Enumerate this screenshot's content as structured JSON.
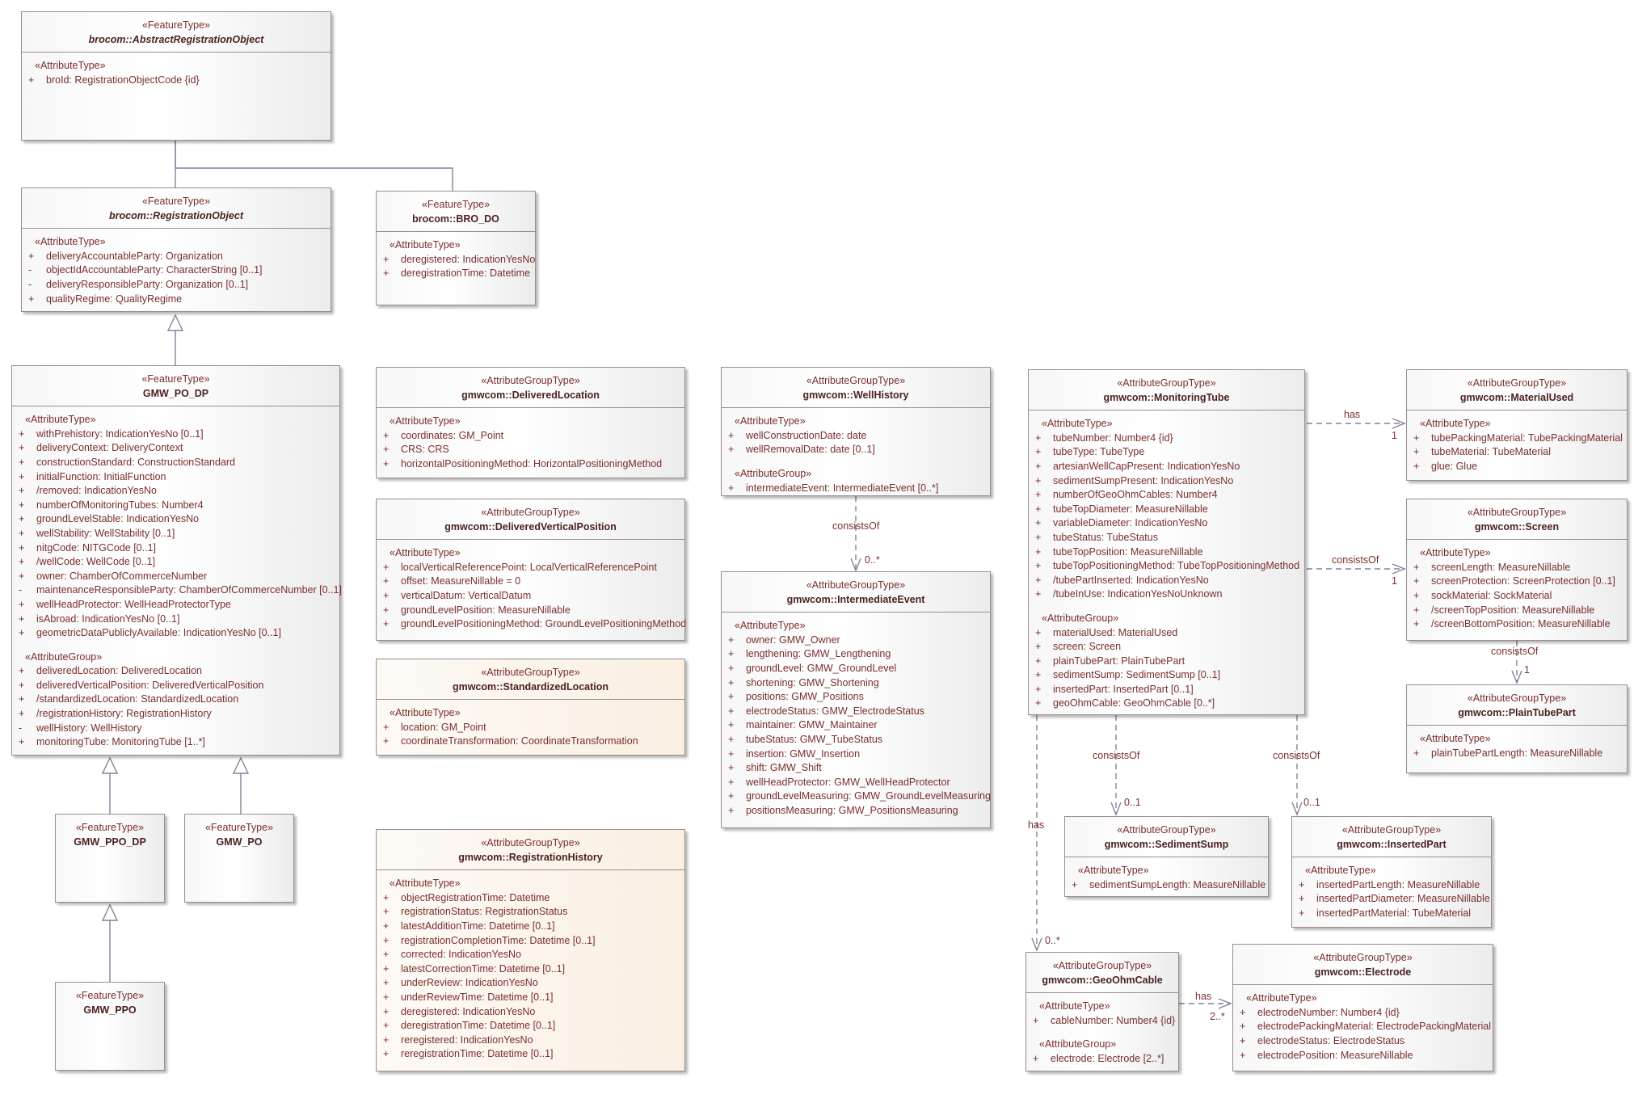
{
  "boxes": [
    {
      "id": "abstractRegistrationObject",
      "stereotype": "«FeatureType»",
      "name": "brocom::AbstractRegistrationObject",
      "abstract": true,
      "sections": [
        {
          "title": "«AttributeType»",
          "items": [
            {
              "vis": "+",
              "text": "broId: RegistrationObjectCode {id}"
            }
          ]
        }
      ]
    },
    {
      "id": "registrationObject",
      "stereotype": "«FeatureType»",
      "name": "brocom::RegistrationObject",
      "abstract": true,
      "sections": [
        {
          "title": "«AttributeType»",
          "items": [
            {
              "vis": "+",
              "text": "deliveryAccountableParty: Organization"
            },
            {
              "vis": "-",
              "text": "objectIdAccountableParty: CharacterString [0..1]"
            },
            {
              "vis": "-",
              "text": "deliveryResponsibleParty: Organization [0..1]"
            },
            {
              "vis": "+",
              "text": "qualityRegime: QualityRegime"
            }
          ]
        }
      ]
    },
    {
      "id": "broDo",
      "stereotype": "«FeatureType»",
      "name": "brocom::BRO_DO",
      "sections": [
        {
          "title": "«AttributeType»",
          "items": [
            {
              "vis": "+",
              "text": "deregistered: IndicationYesNo"
            },
            {
              "vis": "+",
              "text": "deregistrationTime: Datetime"
            }
          ]
        }
      ]
    },
    {
      "id": "gmwPoDp",
      "stereotype": "«FeatureType»",
      "name": "GMW_PO_DP",
      "sections": [
        {
          "title": "«AttributeType»",
          "items": [
            {
              "vis": "+",
              "text": "withPrehistory: IndicationYesNo [0..1]"
            },
            {
              "vis": "+",
              "text": "deliveryContext: DeliveryContext"
            },
            {
              "vis": "+",
              "text": "constructionStandard: ConstructionStandard"
            },
            {
              "vis": "+",
              "text": "initialFunction: InitialFunction"
            },
            {
              "vis": "+",
              "text": "/removed: IndicationYesNo"
            },
            {
              "vis": "+",
              "text": "numberOfMonitoringTubes: Number4"
            },
            {
              "vis": "+",
              "text": "groundLevelStable: IndicationYesNo"
            },
            {
              "vis": "+",
              "text": "wellStability: WellStability [0..1]"
            },
            {
              "vis": "+",
              "text": "nitgCode: NITGCode [0..1]"
            },
            {
              "vis": "+",
              "text": "/wellCode: WellCode [0..1]"
            },
            {
              "vis": "+",
              "text": "owner: ChamberOfCommerceNumber"
            },
            {
              "vis": "-",
              "text": "maintenanceResponsibleParty: ChamberOfCommerceNumber [0..1]"
            },
            {
              "vis": "+",
              "text": "wellHeadProtector: WellHeadProtectorType"
            },
            {
              "vis": "+",
              "text": "isAbroad: IndicationYesNo [0..1]"
            },
            {
              "vis": "+",
              "text": "geometricDataPubliclyAvailable: IndicationYesNo [0..1]"
            }
          ]
        },
        {
          "title": "«AttributeGroup»",
          "items": [
            {
              "vis": "+",
              "text": "deliveredLocation: DeliveredLocation"
            },
            {
              "vis": "+",
              "text": "deliveredVerticalPosition: DeliveredVerticalPosition"
            },
            {
              "vis": "+",
              "text": "/standardizedLocation: StandardizedLocation"
            },
            {
              "vis": "+",
              "text": "/registrationHistory: RegistrationHistory"
            },
            {
              "vis": "-",
              "text": "wellHistory: WellHistory"
            },
            {
              "vis": "+",
              "text": "monitoringTube: MonitoringTube [1..*]"
            }
          ]
        }
      ]
    },
    {
      "id": "gmwPpoDp",
      "stereotype": "«FeatureType»",
      "name": "GMW_PPO_DP",
      "sections": []
    },
    {
      "id": "gmwPo",
      "stereotype": "«FeatureType»",
      "name": "GMW_PO",
      "sections": []
    },
    {
      "id": "gmwPpo",
      "stereotype": "«FeatureType»",
      "name": "GMW_PPO",
      "sections": []
    },
    {
      "id": "deliveredLocation",
      "stereotype": "«AttributeGroupType»",
      "name": "gmwcom::DeliveredLocation",
      "sections": [
        {
          "title": "«AttributeType»",
          "items": [
            {
              "vis": "+",
              "text": "coordinates: GM_Point"
            },
            {
              "vis": "+",
              "text": "CRS: CRS"
            },
            {
              "vis": "+",
              "text": "horizontalPositioningMethod: HorizontalPositioningMethod"
            }
          ]
        }
      ]
    },
    {
      "id": "deliveredVerticalPosition",
      "stereotype": "«AttributeGroupType»",
      "name": "gmwcom::DeliveredVerticalPosition",
      "sections": [
        {
          "title": "«AttributeType»",
          "items": [
            {
              "vis": "+",
              "text": "localVerticalReferencePoint: LocalVerticalReferencePoint"
            },
            {
              "vis": "+",
              "text": "offset: MeasureNillable = 0"
            },
            {
              "vis": "+",
              "text": "verticalDatum: VerticalDatum"
            },
            {
              "vis": "+",
              "text": "groundLevelPosition: MeasureNillable"
            },
            {
              "vis": "+",
              "text": "groundLevelPositioningMethod: GroundLevelPositioningMethod"
            }
          ]
        }
      ]
    },
    {
      "id": "standardizedLocation",
      "stereotype": "«AttributeGroupType»",
      "name": "gmwcom::StandardizedLocation",
      "warm": true,
      "sections": [
        {
          "title": "«AttributeType»",
          "items": [
            {
              "vis": "+",
              "text": "location: GM_Point"
            },
            {
              "vis": "+",
              "text": "coordinateTransformation: CoordinateTransformation"
            }
          ]
        }
      ]
    },
    {
      "id": "registrationHistory",
      "stereotype": "«AttributeGroupType»",
      "name": "gmwcom::RegistrationHistory",
      "warm": true,
      "sections": [
        {
          "title": "«AttributeType»",
          "items": [
            {
              "vis": "+",
              "text": "objectRegistrationTime: Datetime"
            },
            {
              "vis": "+",
              "text": "registrationStatus: RegistrationStatus"
            },
            {
              "vis": "+",
              "text": "latestAdditionTime: Datetime [0..1]"
            },
            {
              "vis": "+",
              "text": "registrationCompletionTime: Datetime [0..1]"
            },
            {
              "vis": "+",
              "text": "corrected: IndicationYesNo"
            },
            {
              "vis": "+",
              "text": "latestCorrectionTime: Datetime [0..1]"
            },
            {
              "vis": "+",
              "text": "underReview: IndicationYesNo"
            },
            {
              "vis": "+",
              "text": "underReviewTime: Datetime [0..1]"
            },
            {
              "vis": "+",
              "text": "deregistered: IndicationYesNo"
            },
            {
              "vis": "+",
              "text": "deregistrationTime: Datetime [0..1]"
            },
            {
              "vis": "+",
              "text": "reregistered: IndicationYesNo"
            },
            {
              "vis": "+",
              "text": "reregistrationTime: Datetime [0..1]"
            }
          ]
        }
      ]
    },
    {
      "id": "wellHistory",
      "stereotype": "«AttributeGroupType»",
      "name": "gmwcom::WellHistory",
      "sections": [
        {
          "title": "«AttributeType»",
          "items": [
            {
              "vis": "+",
              "text": "wellConstructionDate: date"
            },
            {
              "vis": "+",
              "text": "wellRemovalDate: date [0..1]"
            }
          ]
        },
        {
          "title": "«AttributeGroup»",
          "items": [
            {
              "vis": "+",
              "text": "intermediateEvent: IntermediateEvent [0..*]"
            }
          ]
        }
      ]
    },
    {
      "id": "intermediateEvent",
      "stereotype": "«AttributeGroupType»",
      "name": "gmwcom::IntermediateEvent",
      "sections": [
        {
          "title": "«AttributeType»",
          "items": [
            {
              "vis": "+",
              "text": "owner: GMW_Owner"
            },
            {
              "vis": "+",
              "text": "lengthening: GMW_Lengthening"
            },
            {
              "vis": "+",
              "text": "groundLevel: GMW_GroundLevel"
            },
            {
              "vis": "+",
              "text": "shortening: GMW_Shortening"
            },
            {
              "vis": "+",
              "text": "positions: GMW_Positions"
            },
            {
              "vis": "+",
              "text": "electrodeStatus: GMW_ElectrodeStatus"
            },
            {
              "vis": "+",
              "text": "maintainer: GMW_Maintainer"
            },
            {
              "vis": "+",
              "text": "tubeStatus: GMW_TubeStatus"
            },
            {
              "vis": "+",
              "text": "insertion: GMW_Insertion"
            },
            {
              "vis": "+",
              "text": "shift: GMW_Shift"
            },
            {
              "vis": "+",
              "text": "wellHeadProtector: GMW_WellHeadProtector"
            },
            {
              "vis": "+",
              "text": "groundLevelMeasuring: GMW_GroundLevelMeasuring"
            },
            {
              "vis": "+",
              "text": "positionsMeasuring: GMW_PositionsMeasuring"
            }
          ]
        }
      ]
    },
    {
      "id": "monitoringTube",
      "stereotype": "«AttributeGroupType»",
      "name": "gmwcom::MonitoringTube",
      "sections": [
        {
          "title": "«AttributeType»",
          "items": [
            {
              "vis": "+",
              "text": "tubeNumber: Number4 {id}"
            },
            {
              "vis": "+",
              "text": "tubeType: TubeType"
            },
            {
              "vis": "+",
              "text": "artesianWellCapPresent: IndicationYesNo"
            },
            {
              "vis": "+",
              "text": "sedimentSumpPresent: IndicationYesNo"
            },
            {
              "vis": "+",
              "text": "numberOfGeoOhmCables: Number4"
            },
            {
              "vis": "+",
              "text": "tubeTopDiameter: MeasureNillable"
            },
            {
              "vis": "+",
              "text": "variableDiameter: IndicationYesNo"
            },
            {
              "vis": "+",
              "text": "tubeStatus: TubeStatus"
            },
            {
              "vis": "+",
              "text": "tubeTopPosition: MeasureNillable"
            },
            {
              "vis": "+",
              "text": "tubeTopPositioningMethod: TubeTopPositioningMethod"
            },
            {
              "vis": "+",
              "text": "/tubePartInserted: IndicationYesNo"
            },
            {
              "vis": "+",
              "text": "/tubeInUse: IndicationYesNoUnknown"
            }
          ]
        },
        {
          "title": "«AttributeGroup»",
          "items": [
            {
              "vis": "+",
              "text": "materialUsed: MaterialUsed"
            },
            {
              "vis": "+",
              "text": "screen: Screen"
            },
            {
              "vis": "+",
              "text": "plainTubePart: PlainTubePart"
            },
            {
              "vis": "+",
              "text": "sedimentSump: SedimentSump [0..1]"
            },
            {
              "vis": "+",
              "text": "insertedPart: InsertedPart [0..1]"
            },
            {
              "vis": "+",
              "text": "geoOhmCable: GeoOhmCable [0..*]"
            }
          ]
        }
      ]
    },
    {
      "id": "materialUsed",
      "stereotype": "«AttributeGroupType»",
      "name": "gmwcom::MaterialUsed",
      "sections": [
        {
          "title": "«AttributeType»",
          "items": [
            {
              "vis": "+",
              "text": "tubePackingMaterial: TubePackingMaterial"
            },
            {
              "vis": "+",
              "text": "tubeMaterial: TubeMaterial"
            },
            {
              "vis": "+",
              "text": "glue: Glue"
            }
          ]
        }
      ]
    },
    {
      "id": "screen",
      "stereotype": "«AttributeGroupType»",
      "name": "gmwcom::Screen",
      "sections": [
        {
          "title": "«AttributeType»",
          "items": [
            {
              "vis": "+",
              "text": "screenLength: MeasureNillable"
            },
            {
              "vis": "+",
              "text": "screenProtection: ScreenProtection [0..1]"
            },
            {
              "vis": "+",
              "text": "sockMaterial: SockMaterial"
            },
            {
              "vis": "+",
              "text": "/screenTopPosition: MeasureNillable"
            },
            {
              "vis": "+",
              "text": "/screenBottomPosition: MeasureNillable"
            }
          ]
        }
      ]
    },
    {
      "id": "plainTubePart",
      "stereotype": "«AttributeGroupType»",
      "name": "gmwcom::PlainTubePart",
      "sections": [
        {
          "title": "«AttributeType»",
          "items": [
            {
              "vis": "+",
              "text": "plainTubePartLength: MeasureNillable"
            }
          ]
        }
      ]
    },
    {
      "id": "sedimentSump",
      "stereotype": "«AttributeGroupType»",
      "name": "gmwcom::SedimentSump",
      "sections": [
        {
          "title": "«AttributeType»",
          "items": [
            {
              "vis": "+",
              "text": "sedimentSumpLength: MeasureNillable"
            }
          ]
        }
      ]
    },
    {
      "id": "insertedPart",
      "stereotype": "«AttributeGroupType»",
      "name": "gmwcom::InsertedPart",
      "sections": [
        {
          "title": "«AttributeType»",
          "items": [
            {
              "vis": "+",
              "text": "insertedPartLength: MeasureNillable"
            },
            {
              "vis": "+",
              "text": "insertedPartDiameter: MeasureNillable"
            },
            {
              "vis": "+",
              "text": "insertedPartMaterial: TubeMaterial"
            }
          ]
        }
      ]
    },
    {
      "id": "geoOhmCable",
      "stereotype": "«AttributeGroupType»",
      "name": "gmwcom::GeoOhmCable",
      "sections": [
        {
          "title": "«AttributeType»",
          "items": [
            {
              "vis": "+",
              "text": "cableNumber: Number4 {id}"
            }
          ]
        },
        {
          "title": "«AttributeGroup»",
          "items": [
            {
              "vis": "+",
              "text": "electrode: Electrode [2..*]"
            }
          ]
        }
      ]
    },
    {
      "id": "electrode",
      "stereotype": "«AttributeGroupType»",
      "name": "gmwcom::Electrode",
      "sections": [
        {
          "title": "«AttributeType»",
          "items": [
            {
              "vis": "+",
              "text": "electrodeNumber: Number4 {id}"
            },
            {
              "vis": "+",
              "text": "electrodePackingMaterial: ElectrodePackingMaterial"
            },
            {
              "vis": "+",
              "text": "electrodeStatus: ElectrodeStatus"
            },
            {
              "vis": "+",
              "text": "electrodePosition: MeasureNillable"
            }
          ]
        }
      ]
    }
  ],
  "connectors": [
    {
      "id": "wh-ie",
      "from": "wellHistory",
      "to": "intermediateEvent",
      "label": "consistsOf",
      "multiplicity": "0..*"
    },
    {
      "id": "mt-mu",
      "from": "monitoringTube",
      "to": "materialUsed",
      "label": "has",
      "multiplicity": "1"
    },
    {
      "id": "mt-sc",
      "from": "monitoringTube",
      "to": "screen",
      "label": "consistsOf",
      "multiplicity": "1"
    },
    {
      "id": "sc-pt",
      "from": "screen",
      "to": "plainTubePart",
      "label": "consistsOf",
      "multiplicity": "1"
    },
    {
      "id": "mt-ss",
      "from": "monitoringTube",
      "to": "sedimentSump",
      "label": "consistsOf",
      "multiplicity": "0..1"
    },
    {
      "id": "mt-ip",
      "from": "monitoringTube",
      "to": "insertedPart",
      "label": "consistsOf",
      "multiplicity": "0..1"
    },
    {
      "id": "mt-go",
      "from": "monitoringTube",
      "to": "geoOhmCable",
      "label": "has",
      "multiplicity": "0..*"
    },
    {
      "id": "go-el",
      "from": "geoOhmCable",
      "to": "electrode",
      "label": "has",
      "multiplicity": "2..*"
    }
  ],
  "generalizations": [
    {
      "from": "registrationObject",
      "to": "abstractRegistrationObject"
    },
    {
      "from": "broDo",
      "to": "abstractRegistrationObject"
    },
    {
      "from": "gmwPoDp",
      "to": "registrationObject"
    },
    {
      "from": "gmwPpoDp",
      "to": "gmwPoDp"
    },
    {
      "from": "gmwPo",
      "to": "gmwPoDp"
    },
    {
      "from": "gmwPpo",
      "to": "gmwPpoDp"
    }
  ]
}
